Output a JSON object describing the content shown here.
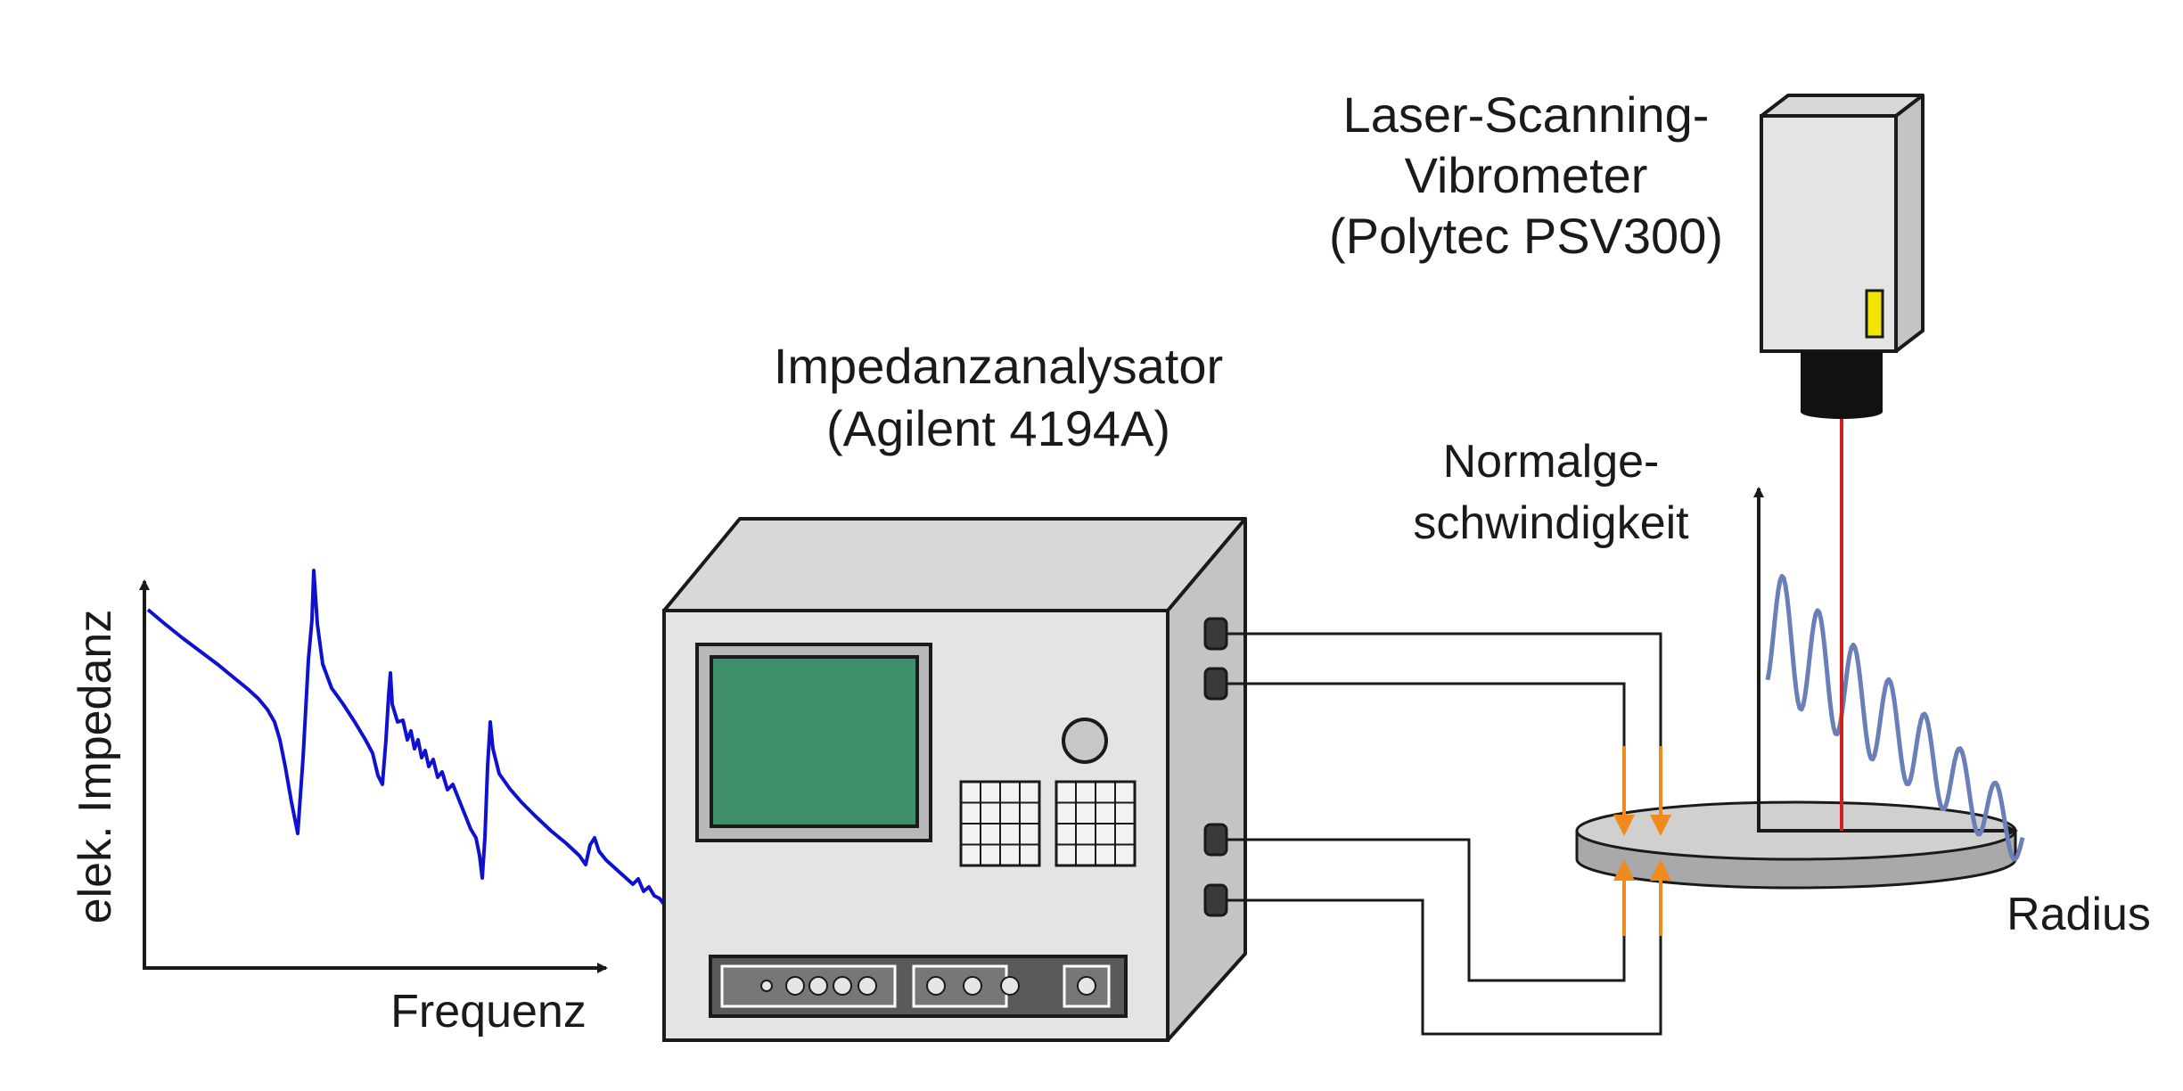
{
  "colors": {
    "device_body": "#e4e4e4",
    "device_top": "#d8d8d8",
    "device_side": "#c4c4c4",
    "screen": "#3f8f6a",
    "impedance_curve": "#1010d0",
    "velocity_curve": "#6a7fb8",
    "laser_beam": "#d62020",
    "measurement_arrows": "#f08a1c",
    "indicator": "#f2e600",
    "outline": "#1a1a1a"
  },
  "impedance_plot": {
    "ylabel": "elek. Impedanz",
    "xlabel": "Frequenz"
  },
  "analyzer": {
    "title_line1": "Impedanzanalysator",
    "title_line2": "(Agilent 4194A)"
  },
  "vibrometer": {
    "title_line1": "Laser-Scanning-",
    "title_line2": "Vibrometer",
    "title_line3": "(Polytec PSV300)"
  },
  "velocity_plot": {
    "ylabel_line1": "Normalge-",
    "ylabel_line2": "schwindigkeit",
    "xlabel": "Radius"
  }
}
